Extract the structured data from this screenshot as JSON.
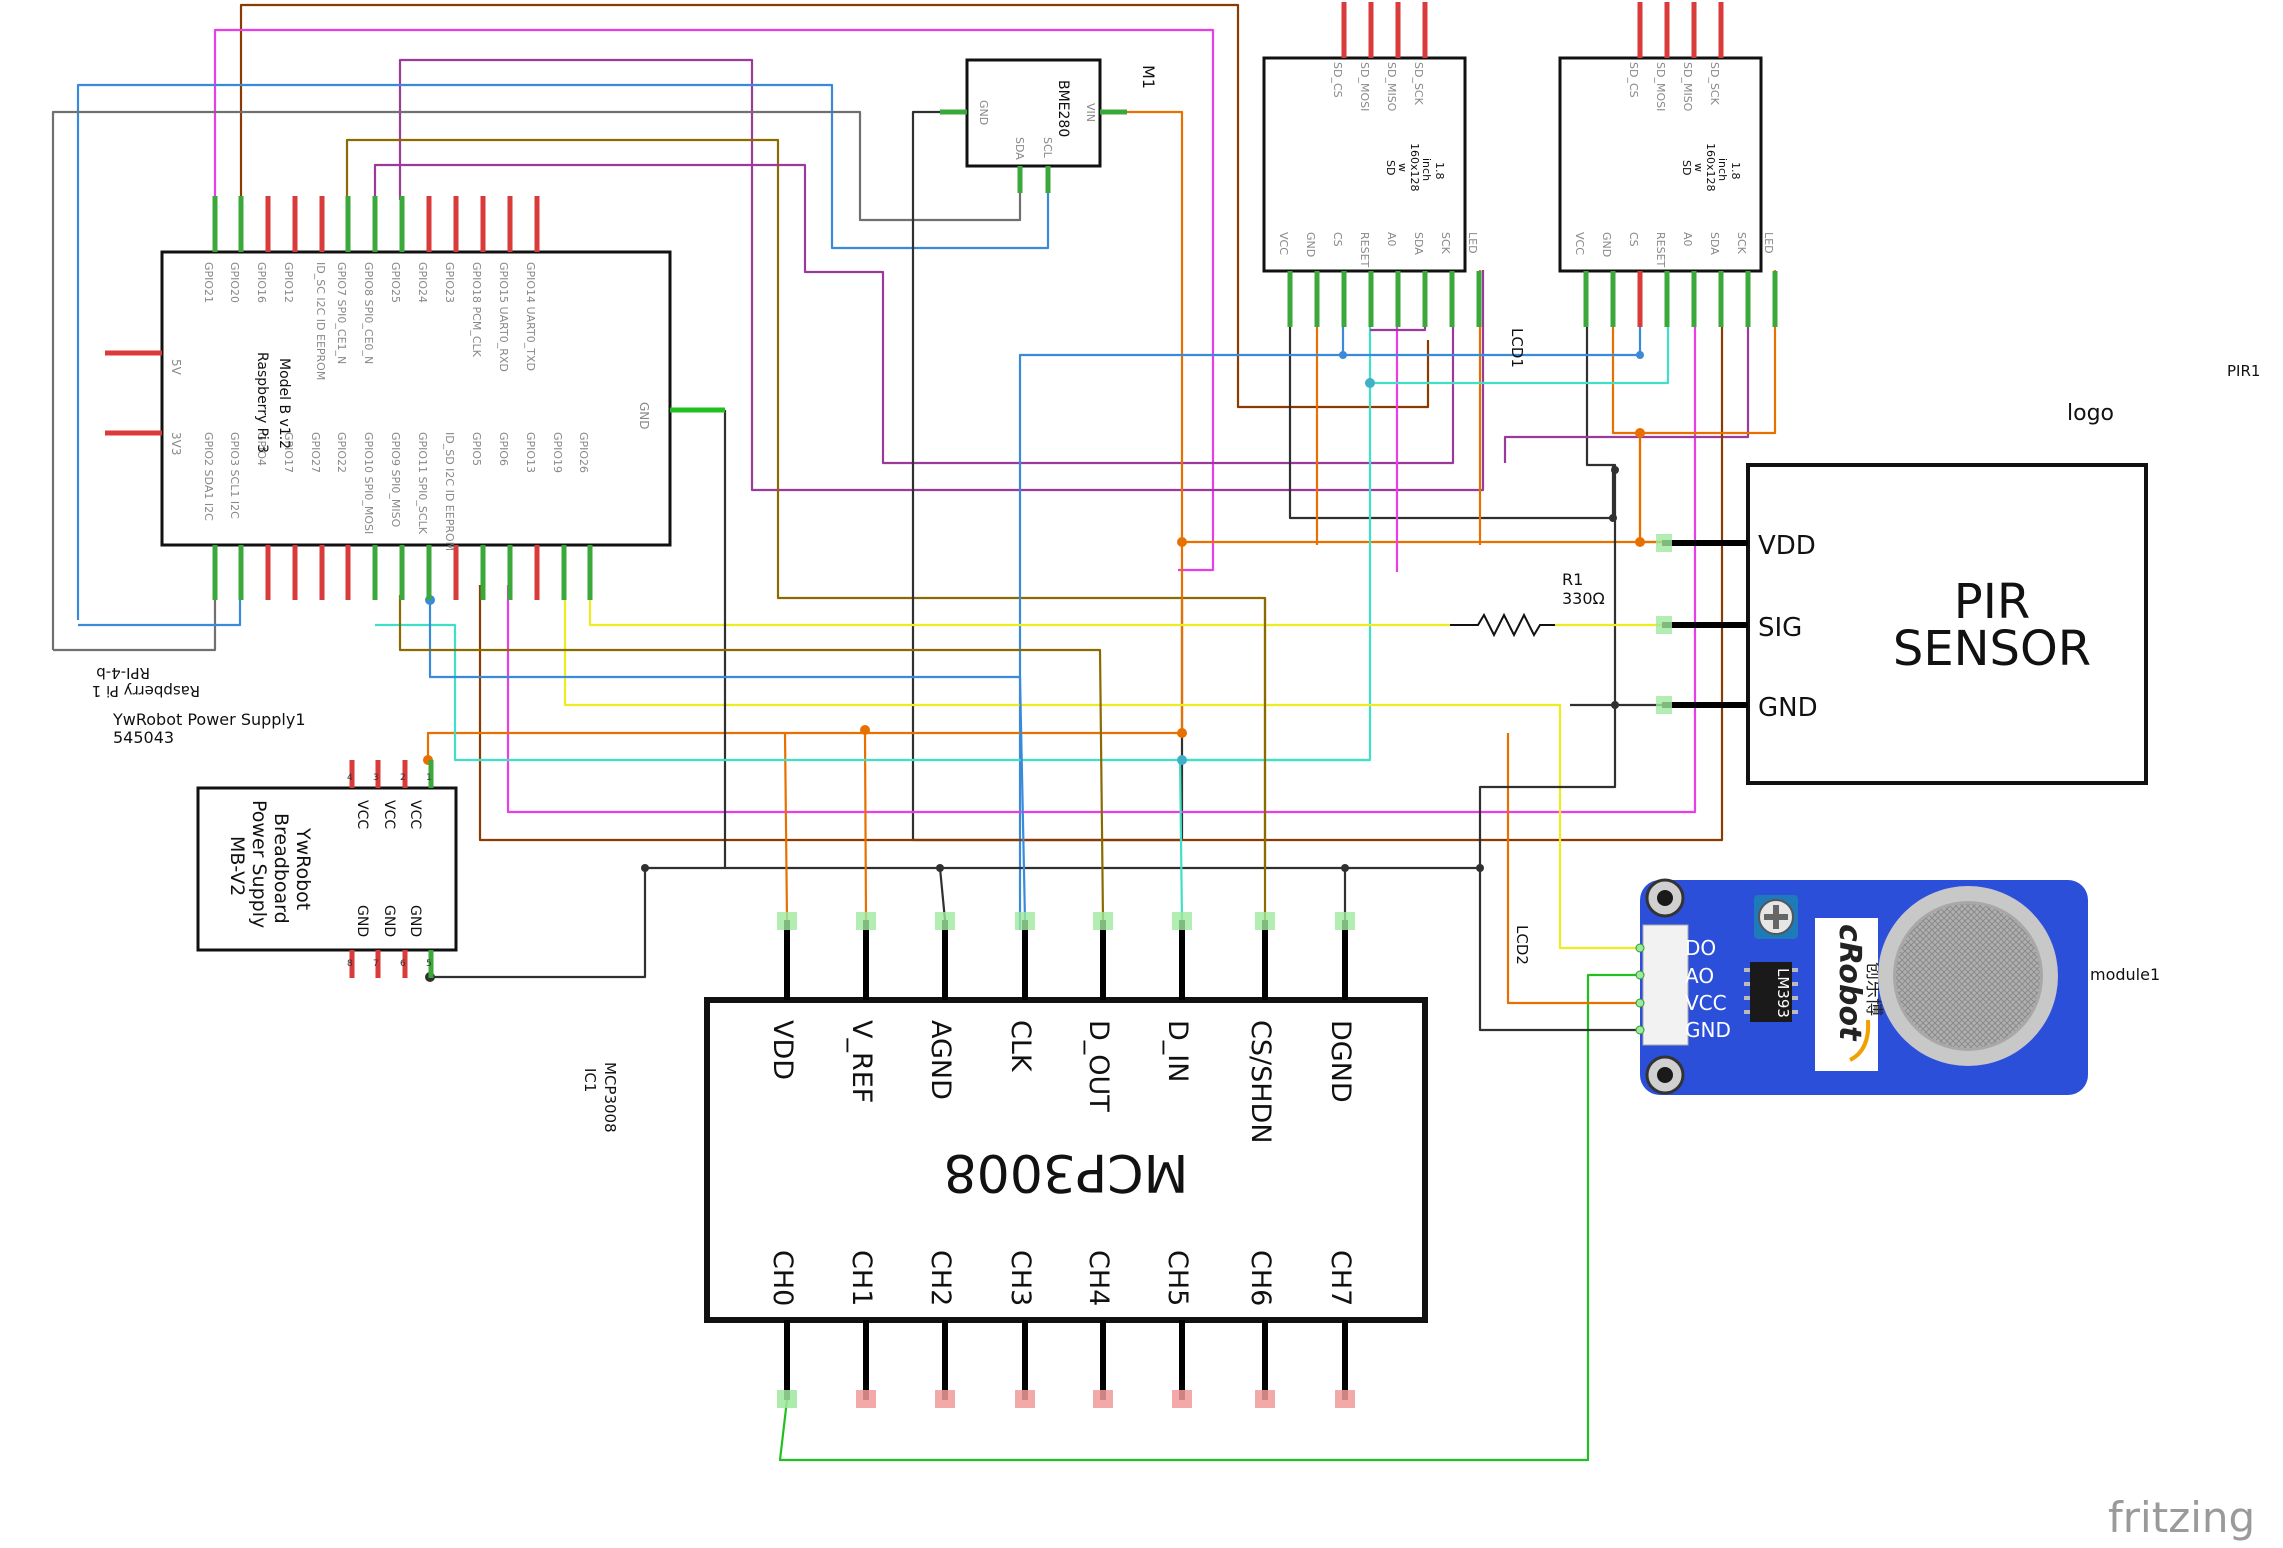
{
  "colors": {
    "pin_red": "#d93a3a",
    "pin_green": "#3aa83a",
    "wire_brown": "#8b3a00",
    "wire_magenta": "#e83ee8",
    "wire_purple": "#9b3a9b",
    "wire_olive": "#8b6a00",
    "wire_blue": "#3a8ad9",
    "wire_gray": "#707070",
    "wire_orange": "#e87000",
    "wire_cyan": "#40e0c8",
    "wire_yellow": "#ecec20",
    "wire_green": "#20c020",
    "wire_dark": "#303030",
    "module_blue": "#2b4fd9"
  },
  "rpi": {
    "id_line1": "RPI-4-b",
    "id_line2": "Raspberry Pi 1",
    "title1": "Raspberry Pi 3",
    "title2": "Model B v1.2",
    "id_sc": "ID_SC I2C ID EEPROM",
    "top_pins": [
      "GPIO21",
      "GPIO20",
      "GPIO16",
      "GPIO12",
      "",
      "GPIO7 SPI0_CE1_N",
      "GPIO8 SPI0_CE0_N",
      "GPIO25",
      "GPIO24",
      "GPIO23",
      "GPIO18 PCM_CLK",
      "GPIO15 UART0_RXD",
      "GPIO14 UART0_TXD"
    ],
    "bottom_pins": [
      "GPIO2 SDA1 I2C",
      "GPIO3 SCL1 I2C",
      "GPIO4",
      "GPIO17",
      "GPIO27",
      "GPIO22",
      "GPIO10 SPI0_MOSI",
      "GPIO9 SPI0_MISO",
      "GPIO11 SPI0_SCLK",
      "ID_SD I2C ID EEPROM",
      "GPIO5",
      "GPIO6",
      "GPIO13",
      "GPIO19",
      "GPIO26"
    ],
    "left_pins": [
      "5V",
      "3V3"
    ],
    "right_pin": "GND"
  },
  "power_supply": {
    "ref": "YwRobot Power Supply1",
    "part": "545043",
    "title": [
      "YwRobot",
      "Breadboard",
      "Power Supply",
      "MB-V2"
    ],
    "top_labels": [
      "VCC",
      "VCC",
      "VCC"
    ],
    "bottom_labels": [
      "GND",
      "GND",
      "GND"
    ],
    "top_numbers": [
      "4",
      "3",
      "2",
      "1"
    ],
    "bottom_numbers": [
      "8",
      "7",
      "6",
      "5"
    ]
  },
  "bme": {
    "ref": "M1",
    "title": "BME280",
    "pins": [
      "GND",
      "SDA",
      "SCL",
      "VIN"
    ]
  },
  "lcd1": {
    "ref": "LCD1",
    "title": [
      "1.8",
      "inch",
      "160x128",
      "w",
      "SD"
    ],
    "sd_pins": [
      "SD_CS",
      "SD_MOSI",
      "SD_MISO",
      "SD_SCK"
    ],
    "bottom_pins": [
      "VCC",
      "GND",
      "CS",
      "RESET",
      "A0",
      "SDA",
      "SCK",
      "LED"
    ]
  },
  "lcd2": {
    "ref": "LCD2",
    "title": [
      "1.8",
      "inch",
      "160x128",
      "w",
      "SD"
    ],
    "sd_pins": [
      "SD_CS",
      "SD_MOSI",
      "SD_MISO",
      "SD_SCK"
    ],
    "bottom_pins": [
      "VCC",
      "GND",
      "CS",
      "RESET",
      "A0",
      "SDA",
      "SCK",
      "LED"
    ]
  },
  "pir": {
    "ref": "PIR1",
    "logo_ref": "logo",
    "title1": "PIR",
    "title2": "SENSOR",
    "pins": [
      "VDD",
      "SIG",
      "GND"
    ]
  },
  "resistor": {
    "ref": "R1",
    "value": "330Ω"
  },
  "mcp": {
    "ref": "IC1",
    "part": "MCP3008",
    "title": "MCP3008",
    "top_pins": [
      "VDD",
      "V_REF",
      "AGND",
      "CLK",
      "D_OUT",
      "D_IN",
      "CS/SHDN",
      "DGND"
    ],
    "bottom_pins": [
      "CH0",
      "CH1",
      "CH2",
      "CH3",
      "CH4",
      "CH5",
      "CH6",
      "CH7"
    ]
  },
  "module": {
    "ref": "module1",
    "pins": [
      "DO",
      "AO",
      "VCC",
      "GND"
    ],
    "chip": "LM393",
    "brand": "cRobot",
    "brand_cn": "创乐博"
  },
  "watermark": "fritzing"
}
